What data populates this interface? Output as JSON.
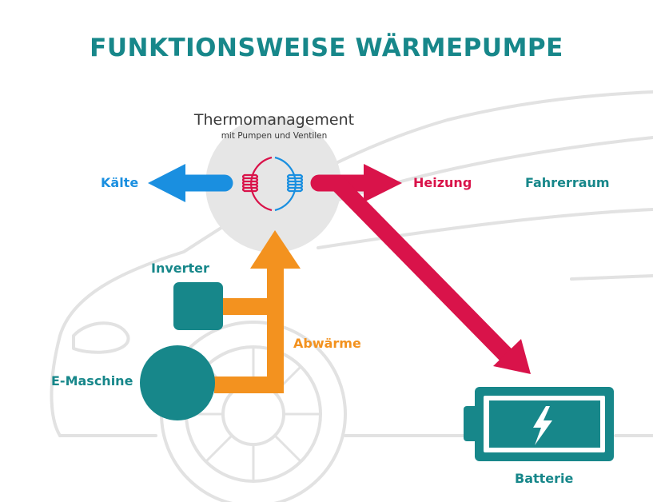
{
  "title": "FUNKTIONSWEISE WÄRMEPUMPE",
  "thermomanagement": {
    "label": "Thermomanagement",
    "sublabel": "mit Pumpen und Ventilen"
  },
  "outputs": {
    "cold": "Kälte",
    "heating": "Heizung",
    "cabin": "Fahrerraum"
  },
  "sources": {
    "inverter": "Inverter",
    "motor": "E-Maschine",
    "waste_heat": "Abwärme"
  },
  "battery": {
    "label": "Batterie"
  },
  "colors": {
    "teal": "#17878a",
    "blue": "#1a8fe0",
    "red": "#d9134a",
    "orange": "#f3921f",
    "circle_bg": "#e6e6e6",
    "car_outline": "#e2e2e2"
  },
  "icons": {
    "heat_exchanger": "heat-exchanger-coils-icon",
    "battery_bolt": "lightning-bolt-icon",
    "car": "car-outline-icon"
  }
}
